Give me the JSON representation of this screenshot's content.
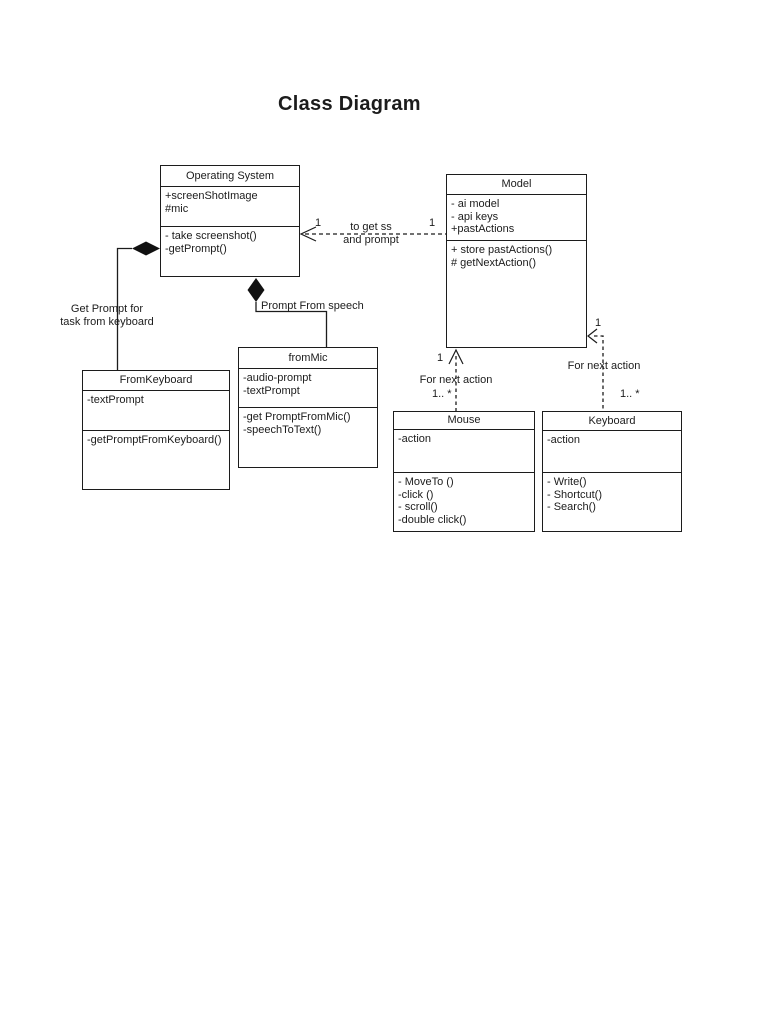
{
  "page": {
    "title": "Class Diagram"
  },
  "diagram": {
    "classes": [
      {
        "name": "Operating System",
        "attributes": [
          "+screenShotImage",
          "#mic"
        ],
        "methods": [
          "- take screenshot()",
          "-getPrompt()"
        ]
      },
      {
        "name": "Model",
        "attributes": [
          "- ai model",
          "- api keys",
          "+pastActions"
        ],
        "methods": [
          "+ store pastActions()",
          "# getNextAction()"
        ]
      },
      {
        "name": "FromKeyboard",
        "attributes": [
          "-textPrompt"
        ],
        "methods": [
          "-getPromptFromKeyboard()"
        ]
      },
      {
        "name": "fromMic",
        "attributes": [
          "-audio-prompt",
          "-textPrompt"
        ],
        "methods": [
          "-get PromptFromMic()",
          "-speechToText()"
        ]
      },
      {
        "name": "Mouse",
        "attributes": [
          "-action"
        ],
        "methods": [
          "- MoveTo ()",
          "-click ()",
          "- scroll()",
          "-double click()"
        ]
      },
      {
        "name": "Keyboard",
        "attributes": [
          "-action"
        ],
        "methods": [
          "- Write()",
          "- Shortcut()",
          "- Search()"
        ]
      }
    ],
    "relationships": [
      {
        "name": "model-to-operating-system",
        "type": "dashed-dependency",
        "label_line1": "to get ss",
        "label_line2": "and prompt",
        "mult_at_os": "1",
        "mult_at_model": "1"
      },
      {
        "name": "operating-system-fromkeyboard-composition",
        "type": "solid-composition",
        "label_line1": "Get Prompt for",
        "label_line2": "task from keyboard"
      },
      {
        "name": "operating-system-frommic-composition",
        "type": "solid-composition",
        "label": "Prompt From speech"
      },
      {
        "name": "mouse-to-model",
        "type": "dashed-dependency",
        "label": "For next action",
        "mult_at_model": "1",
        "mult_at_mouse": "1.. *"
      },
      {
        "name": "keyboard-to-model",
        "type": "dashed-dependency",
        "label": "For next action",
        "mult_at_model": "1",
        "mult_at_keyboard": "1.. *"
      }
    ]
  }
}
